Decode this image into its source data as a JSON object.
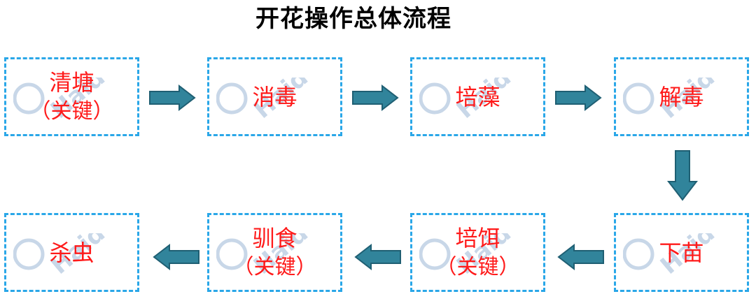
{
  "diagram": {
    "title": "开花操作总体流程",
    "watermark_text": "Haid",
    "colors": {
      "box_border": "#2aa7e8",
      "label_text": "#ff1a1a",
      "arrow_fill": "#31849b",
      "arrow_stroke": "#1f5f73",
      "watermark": "#c8d7e8"
    },
    "steps": [
      {
        "label": "清塘",
        "note": "（关键）"
      },
      {
        "label": "消毒",
        "note": ""
      },
      {
        "label": "培藻",
        "note": ""
      },
      {
        "label": "解毒",
        "note": ""
      },
      {
        "label": "下苗",
        "note": ""
      },
      {
        "label": "培饵",
        "note": "（关键）"
      },
      {
        "label": "驯食",
        "note": "（关键）"
      },
      {
        "label": "杀虫",
        "note": ""
      }
    ]
  }
}
